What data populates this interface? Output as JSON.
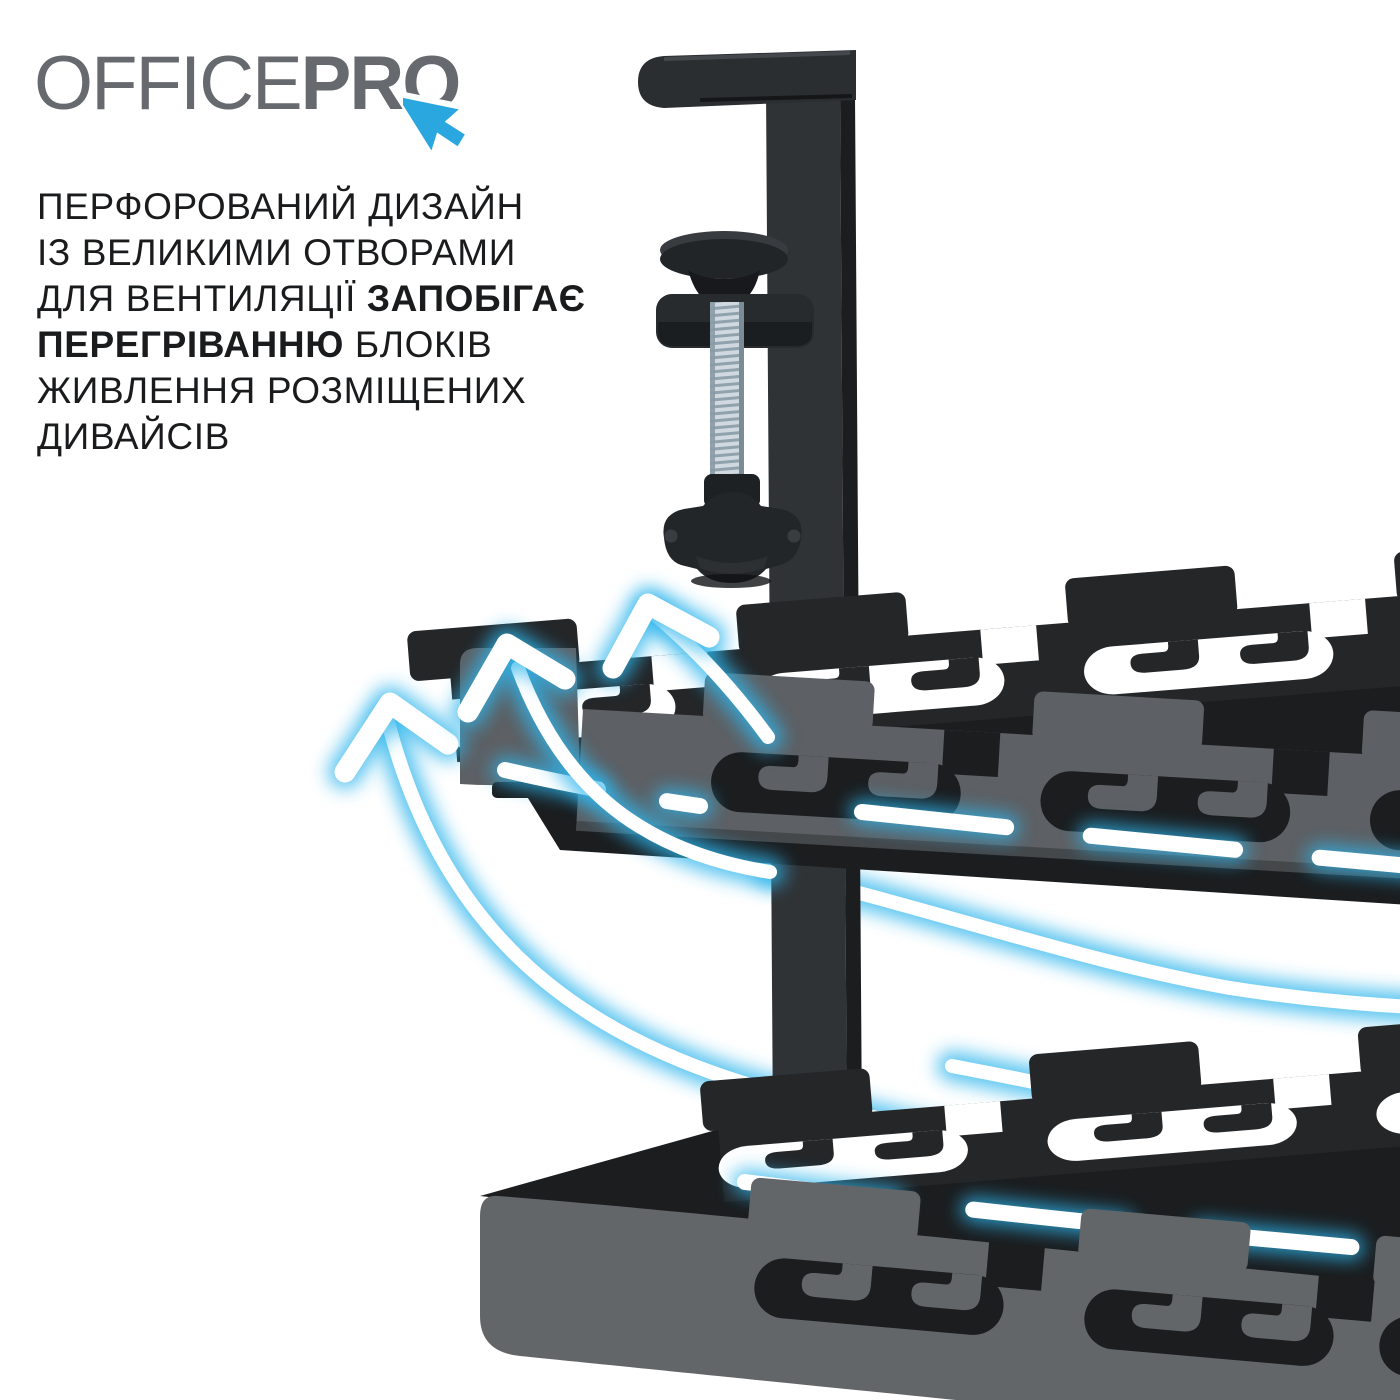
{
  "brand": {
    "logo_text_primary": "OFFICE",
    "logo_text_secondary": "PRO",
    "cursor_icon": "cursor-arrow-icon"
  },
  "headline": {
    "lines": [
      {
        "segments": [
          {
            "text": "ПЕРФОРОВАНИЙ ДИЗАЙН",
            "bold": false
          }
        ]
      },
      {
        "segments": [
          {
            "text": "ІЗ ВЕЛИКИМИ ОТВОРАМИ",
            "bold": false
          }
        ]
      },
      {
        "segments": [
          {
            "text": "ДЛЯ ВЕНТИЛЯЦІЇ ",
            "bold": false
          },
          {
            "text": "ЗАПОБІГАЄ",
            "bold": true
          }
        ]
      },
      {
        "segments": [
          {
            "text": "ПЕРЕГРІВАННЮ",
            "bold": true
          },
          {
            "text": " БЛОКІВ",
            "bold": false
          }
        ]
      },
      {
        "segments": [
          {
            "text": "ЖИВЛЕННЯ РОЗМІЩЕНИХ",
            "bold": false
          }
        ]
      },
      {
        "segments": [
          {
            "text": "ДИВАЙСІВ",
            "bold": false
          }
        ]
      }
    ]
  },
  "figure": {
    "type": "product-render",
    "airflow_arrow_count": 3,
    "icons": {
      "cursor": "cursor-arrow-icon",
      "airflow": "airflow-arrow-icon"
    }
  },
  "colors": {
    "background": "#ffffff",
    "accent": "#2fb5ec",
    "glow_core": "#ffffff",
    "logo_gray": "#66696e",
    "cursor_blue": "#2ba7e0",
    "text_dark": "#1a1b1d",
    "metal_darkest": "#242628",
    "metal_dark": "#303336",
    "metal_mid": "#5d6064",
    "metal_mid2": "#636669",
    "interior": "#1b1d1f",
    "silver_light": "#cfd9df",
    "silver_dark": "#90a2ad"
  }
}
